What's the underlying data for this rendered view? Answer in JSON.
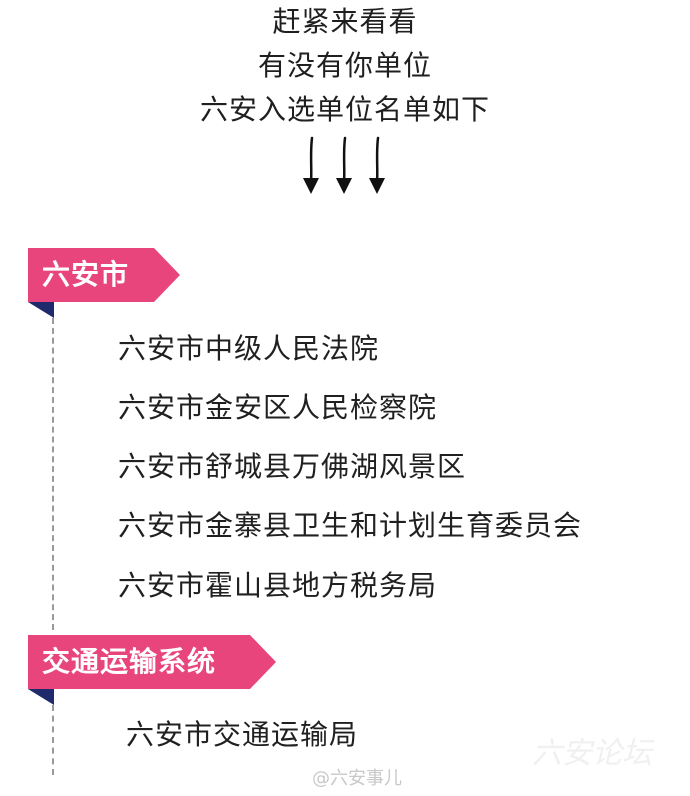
{
  "intro": {
    "line1": "赶紧来看看",
    "line2": "有没有你单位",
    "line3": "六安入选单位名单如下"
  },
  "sections": [
    {
      "title": "六安市",
      "items": [
        "六安市中级人民法院",
        "六安市金安区人民检察院",
        "六安市舒城县万佛湖风景区",
        "六安市金寨县卫生和计划生育委员会",
        "六安市霍山县地方税务局"
      ]
    },
    {
      "title": "交通运输系统",
      "items": [
        "六安市交通运输局"
      ]
    }
  ],
  "watermark": {
    "weibo": "@六安事儿",
    "site": "六安论坛"
  },
  "colors": {
    "ribbon": "#e8457c",
    "ribbon_fold": "#1e2a6b",
    "timeline": "#9a9a9a"
  }
}
